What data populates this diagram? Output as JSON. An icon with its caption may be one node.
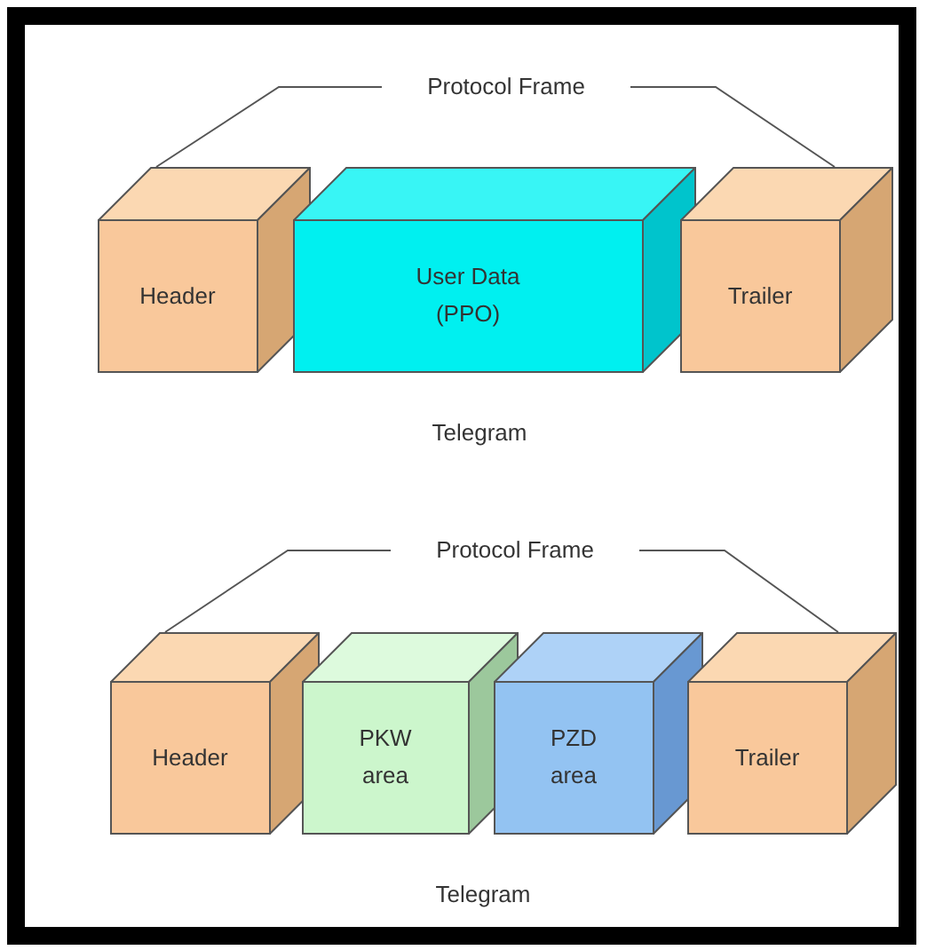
{
  "diagram": {
    "nodes": [
      {
        "text": [
          "Protocol Frame"
        ]
      },
      {
        "text": [
          "Header"
        ]
      },
      {
        "text": [
          "User Data (PPO)"
        ]
      },
      {
        "text": [
          "Trailer"
        ]
      },
      {
        "text": [
          "Protocol Frame"
        ]
      },
      {
        "text": [
          "Header"
        ]
      },
      {
        "text": [
          "PKW area"
        ]
      },
      {
        "text": [
          "PZD area"
        ]
      },
      {
        "text": [
          "Trailer"
        ]
      }
    ],
    "edges": [
      {
        "from": 0,
        "to": 1,
        "arrow": "none"
      },
      {
        "from": 0,
        "to": 3,
        "arrow": "none"
      },
      {
        "from": 4,
        "to": 5,
        "arrow": "none"
      },
      {
        "from": 4,
        "to": 8,
        "arrow": "none"
      }
    ],
    "labels": [
      "Telegram",
      "Telegram"
    ]
  }
}
